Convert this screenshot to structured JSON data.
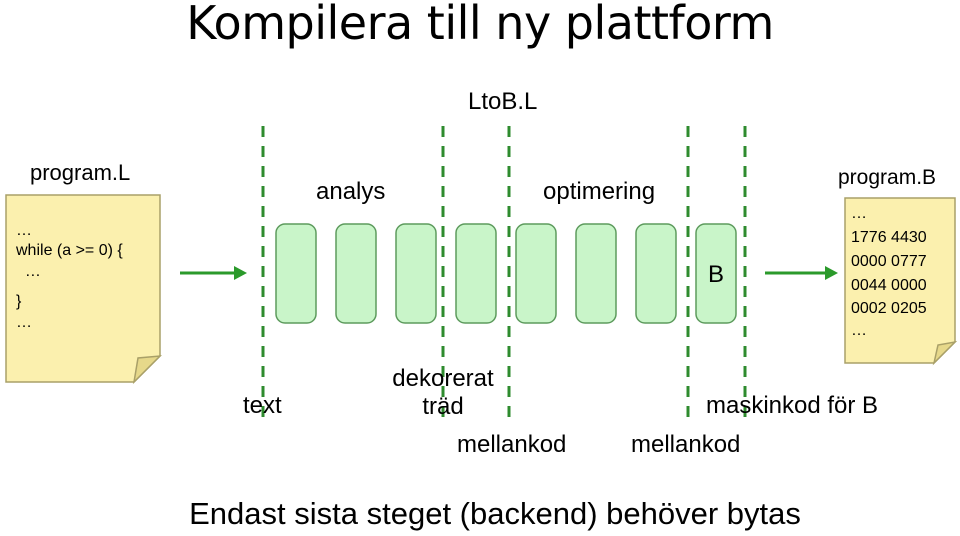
{
  "title": "Kompilera till ny plattform",
  "top_label": "LtoB.L",
  "source_doc": {
    "name": "program.L",
    "lines": [
      "…",
      "while (a >= 0) {",
      "  …",
      "}",
      "…"
    ]
  },
  "target_doc": {
    "name": "program.B",
    "lines": [
      "…",
      "1776 4430",
      "0000 0777",
      "0044 0000",
      "0002 0205",
      "…"
    ]
  },
  "phases": {
    "analys": "analys",
    "optimering": "optimering",
    "last_stage": "B"
  },
  "intermediate": {
    "text": "text",
    "dekorerat": "dekorerat\nträd",
    "mellankod1": "mellankod",
    "mellankod2": "mellankod",
    "maskinkod": "maskinkod för B"
  },
  "bottom_text": "Endast sista steget (backend) behöver bytas",
  "colors": {
    "doc_fill": "#fbf0ae",
    "doc_stroke": "#a9a068",
    "stage_fill": "#c9f5c9",
    "stage_stroke": "#5d9b5d",
    "dash": "#2e8b2e",
    "arrow": "#2b9a2b"
  }
}
